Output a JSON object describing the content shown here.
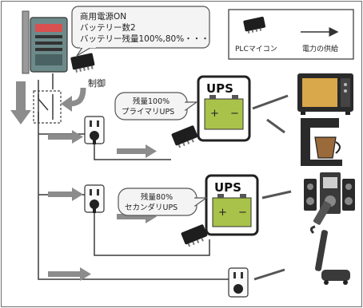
{
  "status_bubble": {
    "lines": [
      "商用電源ON",
      "バッテリー数2",
      "バッテリー残量100%,80%・・・"
    ]
  },
  "legend": {
    "plc_label": "PLCマイコン",
    "power_label": "電力の供給"
  },
  "control_label": "制御",
  "ups_units": [
    {
      "title": "UPS",
      "bubble_line1": "残量100%",
      "bubble_line2": "プライマリUPS"
    },
    {
      "title": "UPS",
      "bubble_line1": "残量80%",
      "bubble_line2": "セカンダリUPS"
    }
  ],
  "appliances": [
    "microwave-icon",
    "coffee-maker-icon",
    "audio-system-icon",
    "vacuum-cleaner-icon"
  ],
  "colors": {
    "arrow_fill": "#8c8c8c",
    "line": "#3a3a3a",
    "ups_box_border": "#222222",
    "battery_fill": "#a9c24a",
    "bubble_fill": "#f4f4f4"
  }
}
